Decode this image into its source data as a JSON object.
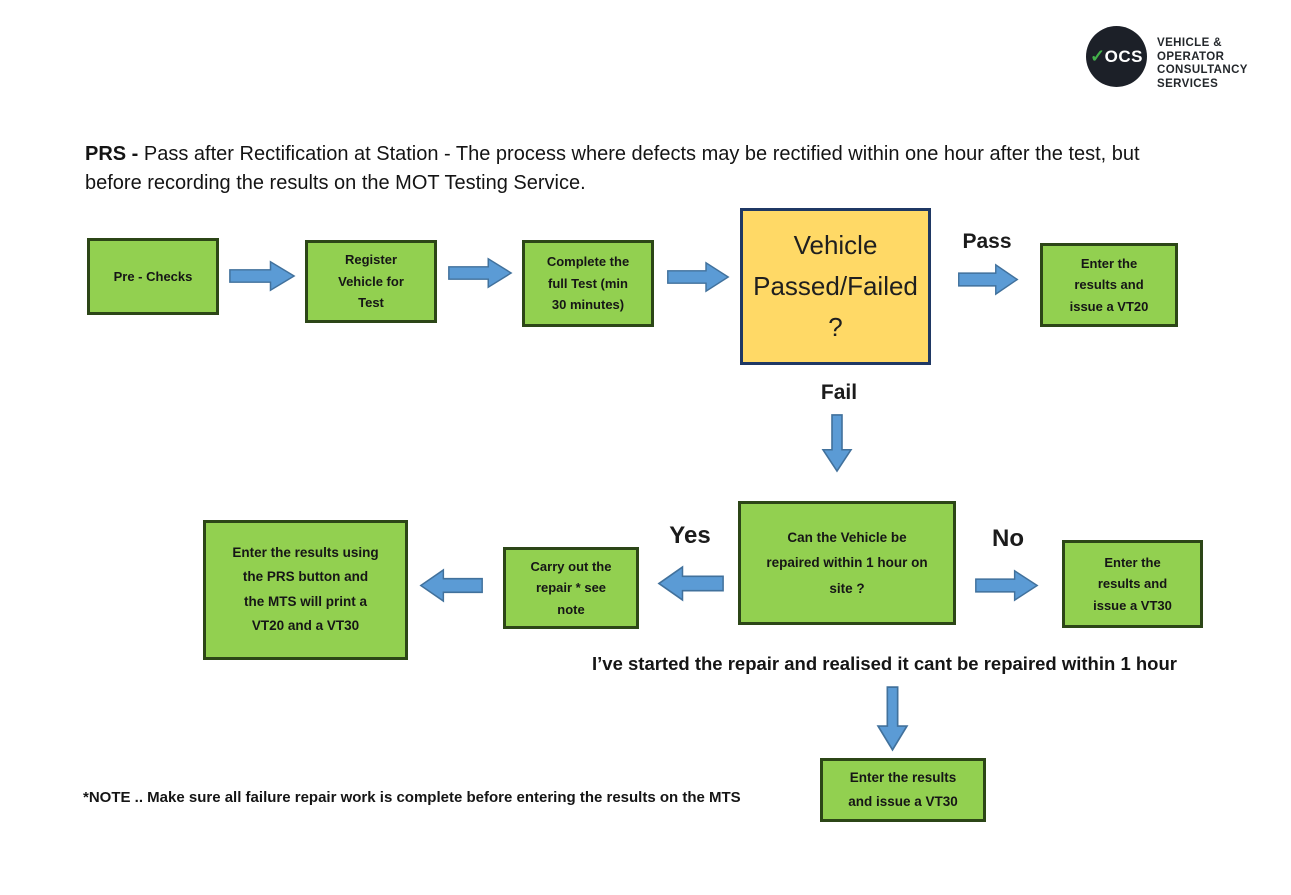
{
  "logo": {
    "check": "✓",
    "monogram": "OCS",
    "lines": [
      "VEHICLE &",
      "OPERATOR",
      "CONSULTANCY",
      "SERVICES"
    ]
  },
  "title": {
    "bold": "PRS - ",
    "rest": "Pass after Rectification at Station - The process where defects may be rectified within one hour after the test, but before recording the results on the MOT Testing Service."
  },
  "flowchart": {
    "boxes": {
      "pre_checks": "Pre - Checks",
      "register": "Register Vehicle for Test",
      "complete_test": "Complete the full Test (min 30 minutes)",
      "decision_pass_fail": "Vehicle Passed/Failed ?",
      "enter_vt20": "Enter the results and issue a VT20",
      "prs_button": "Enter the results using the PRS button and the MTS will print a VT20 and a VT30",
      "carry_out_repair": "Carry out the repair * see note",
      "decision_repair": "Can the Vehicle be repaired within 1 hour on site ?",
      "enter_vt30_right": "Enter the results and issue a VT30",
      "enter_vt30_bottom": "Enter the results and issue a VT30"
    },
    "labels": {
      "pass": "Pass",
      "fail": "Fail",
      "yes": "Yes",
      "no": "No"
    },
    "started_repair_text": "I’ve started the repair and realised it cant be repaired within 1 hour",
    "note_text": "*NOTE .. Make sure all failure repair work is complete before entering the results on the MTS"
  },
  "colors": {
    "box_green": "#92d050",
    "box_green_border": "#2c4617",
    "box_yellow": "#ffd966",
    "box_yellow_border": "#1f3864",
    "arrow_fill": "#5b9bd5",
    "arrow_border": "#41719c",
    "logo_circle": "#1c2028",
    "logo_check_green": "#43b04a"
  }
}
